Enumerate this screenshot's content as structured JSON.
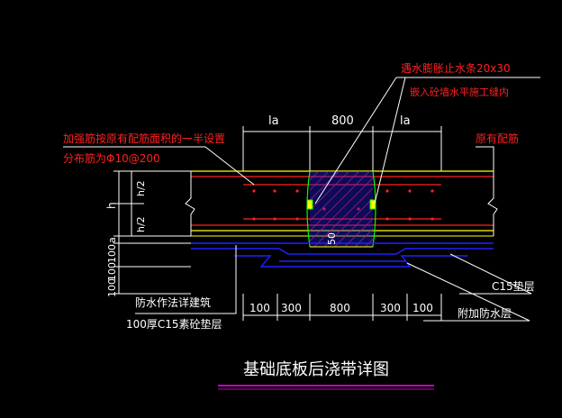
{
  "title": "基础底板后浇带详图",
  "annotations": {
    "waterstop_line1": "遇水膨胀止水条20x30",
    "waterstop_line2": "嵌入砼墙水平施工缝内",
    "reinforce_line1": "加强筋按原有配筋面积的一半设置",
    "reinforce_line2": "分布筋为Φ10@200",
    "existing_rebar": "原有配筋",
    "waterproof_method": "防水作法详建筑",
    "cushion_100": "100厚C15素砼垫层",
    "c15_cushion": "C15垫层",
    "extra_waterproof": "附加防水层"
  },
  "dimensions": {
    "top": [
      "la",
      "800",
      "la"
    ],
    "left": [
      "h",
      "h/2",
      "h/2",
      "a",
      "100",
      "100",
      "100"
    ],
    "bottom": [
      "100",
      "300",
      "800",
      "300",
      "100"
    ],
    "inner": "50"
  },
  "colors": {
    "background": "#000000",
    "dimension": "#ffffff",
    "annotation": "#ff2020",
    "rebar": "#ff2020",
    "slab_top": "#ffff00",
    "concrete": "#2020ff",
    "hatch": "#ff2020",
    "waterstop": "#00ff00",
    "title": "#ffffff",
    "underline": "#ff00ff"
  }
}
